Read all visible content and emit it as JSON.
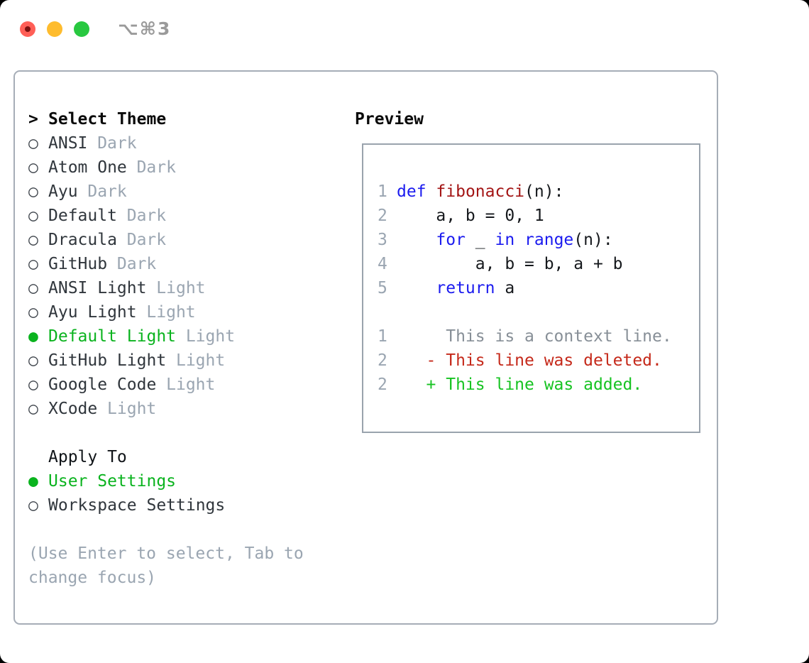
{
  "titlebar": {
    "shortcut": "⌥⌘3"
  },
  "colors": {
    "traffic_red": "#ff5f57",
    "traffic_yellow": "#febc2e",
    "traffic_green": "#28c840",
    "selection_green": "#0ab31e",
    "keyword_blue": "#1b1bef",
    "function_red": "#a31515",
    "deleted_red": "#c5291a",
    "added_green": "#17c322",
    "muted_gray": "#9aa5b1",
    "panel_border": "#a6adb7"
  },
  "theme_panel": {
    "header": {
      "pointer": ">",
      "label": "Select Theme"
    },
    "themes": [
      {
        "name": "ANSI",
        "variant": "Dark",
        "selected": false
      },
      {
        "name": "Atom One",
        "variant": "Dark",
        "selected": false
      },
      {
        "name": "Ayu",
        "variant": "Dark",
        "selected": false
      },
      {
        "name": "Default",
        "variant": "Dark",
        "selected": false
      },
      {
        "name": "Dracula",
        "variant": "Dark",
        "selected": false
      },
      {
        "name": "GitHub",
        "variant": "Dark",
        "selected": false
      },
      {
        "name": "ANSI Light",
        "variant": "Light",
        "selected": false
      },
      {
        "name": "Ayu Light",
        "variant": "Light",
        "selected": false
      },
      {
        "name": "Default Light",
        "variant": "Light",
        "selected": true
      },
      {
        "name": "GitHub Light",
        "variant": "Light",
        "selected": false
      },
      {
        "name": "Google Code",
        "variant": "Light",
        "selected": false
      },
      {
        "name": "XCode",
        "variant": "Light",
        "selected": false
      }
    ],
    "apply_to": {
      "label": "Apply To",
      "options": [
        {
          "name": "User Settings",
          "selected": true
        },
        {
          "name": "Workspace Settings",
          "selected": false
        }
      ]
    },
    "hint": "(Use Enter to select, Tab to change focus)"
  },
  "preview": {
    "label": "Preview",
    "code_lines": [
      {
        "num": "1",
        "tokens": [
          {
            "text": "def",
            "style": "kw"
          },
          {
            "text": " ",
            "style": "pl"
          },
          {
            "text": "fibonacci",
            "style": "fn"
          },
          {
            "text": "(n):",
            "style": "pl"
          }
        ]
      },
      {
        "num": "2",
        "tokens": [
          {
            "text": "    a, b = 0, 1",
            "style": "pl"
          }
        ]
      },
      {
        "num": "3",
        "tokens": [
          {
            "text": "    ",
            "style": "pl"
          },
          {
            "text": "for",
            "style": "kw"
          },
          {
            "text": " _ ",
            "style": "pl"
          },
          {
            "text": "in",
            "style": "kw"
          },
          {
            "text": " ",
            "style": "pl"
          },
          {
            "text": "range",
            "style": "kw"
          },
          {
            "text": "(n):",
            "style": "pl"
          }
        ]
      },
      {
        "num": "4",
        "tokens": [
          {
            "text": "        a, b = b, a + b",
            "style": "pl"
          }
        ]
      },
      {
        "num": "5",
        "tokens": [
          {
            "text": "    ",
            "style": "pl"
          },
          {
            "text": "return",
            "style": "kw"
          },
          {
            "text": " a",
            "style": "pl"
          }
        ]
      },
      {
        "num": "",
        "tokens": []
      },
      {
        "num": "1",
        "tokens": [
          {
            "text": "     This is a context line.",
            "style": "ctx"
          }
        ]
      },
      {
        "num": "2",
        "tokens": [
          {
            "text": "   - This line was deleted.",
            "style": "del"
          }
        ]
      },
      {
        "num": "2",
        "tokens": [
          {
            "text": "   + This line was added.",
            "style": "add"
          }
        ]
      }
    ]
  }
}
